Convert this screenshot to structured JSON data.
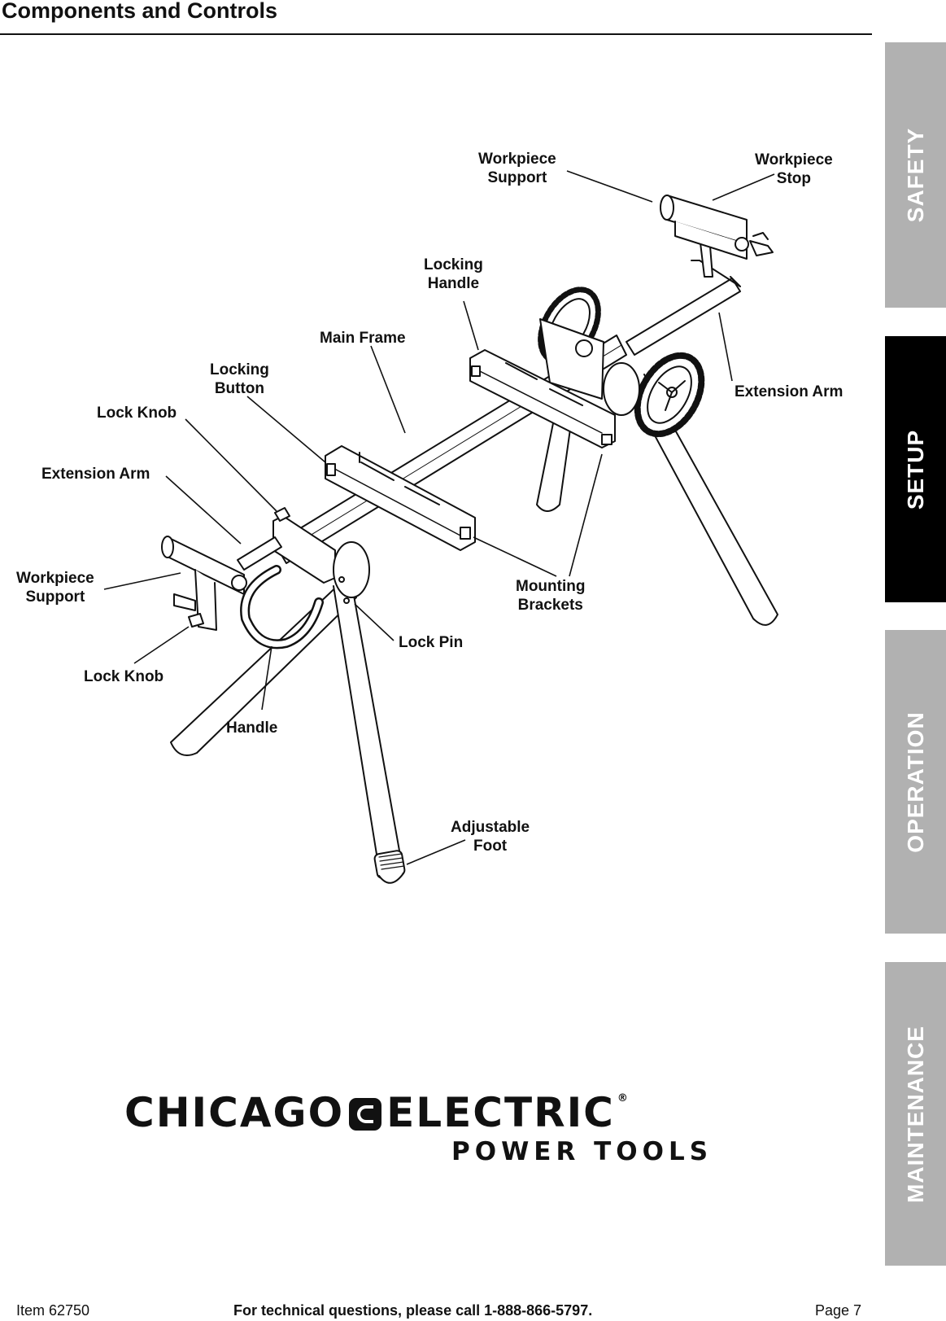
{
  "header": {
    "title": "Components and Controls"
  },
  "tabs": [
    {
      "label": "SAFETY",
      "active": false
    },
    {
      "label": "SETUP",
      "active": true
    },
    {
      "label": "OPERATION",
      "active": false
    },
    {
      "label": "MAINTENANCE",
      "active": false
    }
  ],
  "labels": {
    "workpiece_support_top": [
      "Workpiece",
      "Support"
    ],
    "workpiece_stop": [
      "Workpiece",
      "Stop"
    ],
    "locking_handle": [
      "Locking",
      "Handle"
    ],
    "main_frame": "Main Frame",
    "locking_button": [
      "Locking",
      "Button"
    ],
    "lock_knob_top": "Lock Knob",
    "extension_arm_right": "Extension Arm",
    "extension_arm_left": "Extension Arm",
    "workpiece_support_left": [
      "Workpiece",
      "Support"
    ],
    "mounting_brackets": [
      "Mounting",
      "Brackets"
    ],
    "lock_pin": "Lock Pin",
    "lock_knob_bottom": "Lock Knob",
    "handle": "Handle",
    "adjustable_foot": [
      "Adjustable",
      "Foot"
    ]
  },
  "logo": {
    "main_left": "CHICAGO",
    "main_right": "ELECTRIC",
    "registered": "®",
    "sub": "POWER TOOLS"
  },
  "footer": {
    "item": "Item 62750",
    "phone": "For technical questions, please call 1-888-866-5797.",
    "page": "Page 7"
  }
}
